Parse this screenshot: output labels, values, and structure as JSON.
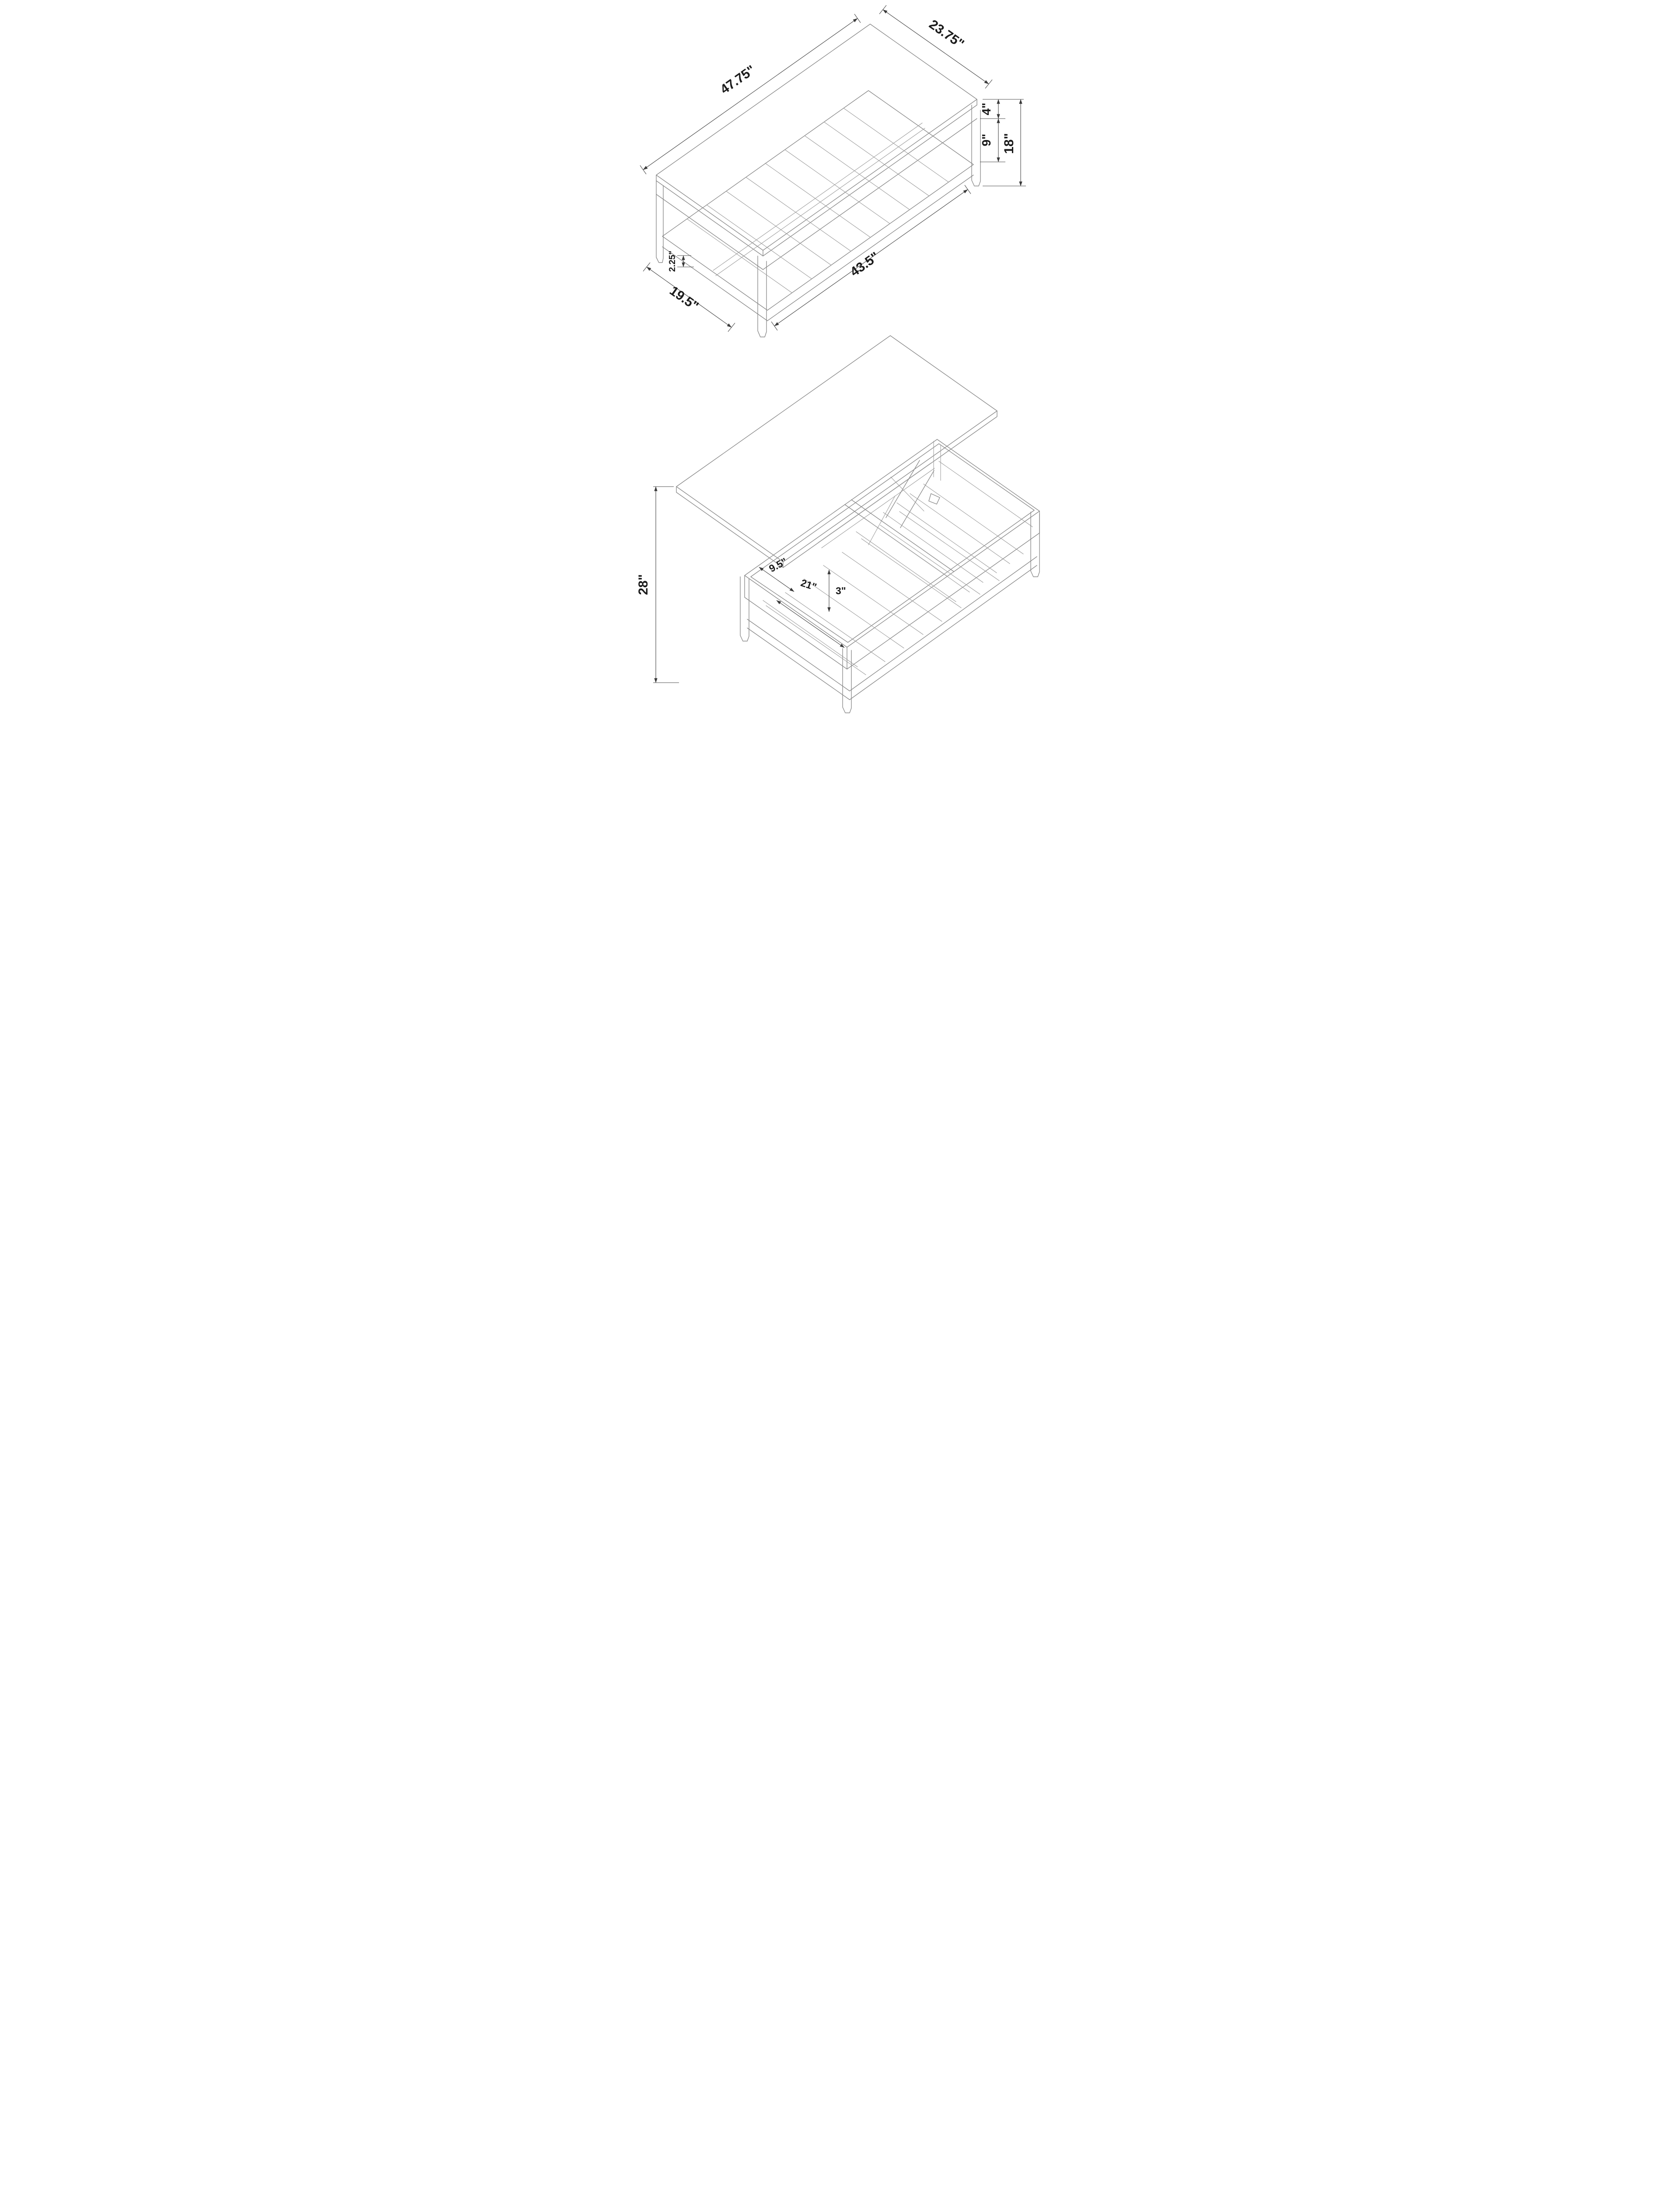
{
  "page": {
    "background": "#ffffff",
    "drawing_line_color": "#8b8b8b",
    "dimension_line_color": "#4f4f4f",
    "label_color": "#1b1b1b"
  },
  "diagram": {
    "type": "furniture-dimension-drawing",
    "subject": "lift-top coffee table with slatted lower shelf",
    "views": [
      {
        "name": "closed-table-view",
        "dimension_labels": [
          "47.75\"",
          "23.75\"",
          "4\"",
          "9\"",
          "18\"",
          "43.5\"",
          "19.5\"",
          "2.25\""
        ]
      },
      {
        "name": "lift-top-open-view",
        "dimension_labels": [
          "28\"",
          "9.5\"",
          "21\"",
          "3\""
        ]
      }
    ]
  },
  "labels": {
    "top_length": "47.75\"",
    "top_depth": "23.75\"",
    "apron_height": "4\"",
    "shelf_clearance": "9\"",
    "table_height": "18\"",
    "shelf_length": "43.5\"",
    "base_depth": "19.5\"",
    "shelf_rail_height": "2.25\"",
    "lift_height": "28\"",
    "tray_depth": "9.5\"",
    "tray_length": "21\"",
    "divider_height": "3\""
  }
}
